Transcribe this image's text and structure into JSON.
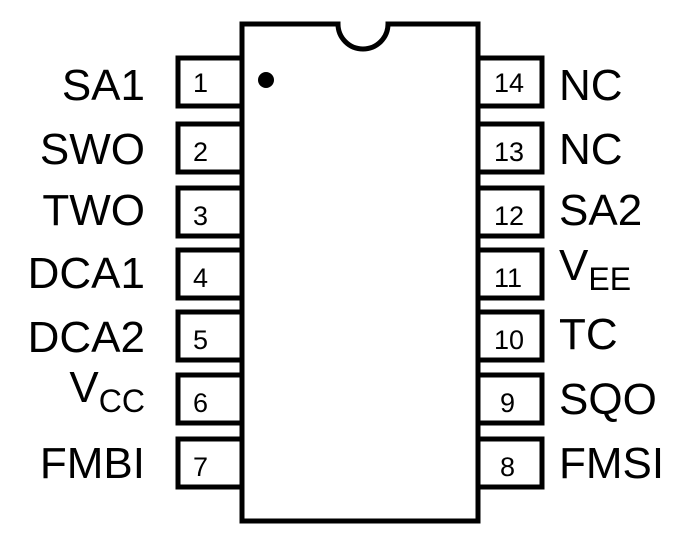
{
  "pins": {
    "left": [
      {
        "number": "1",
        "name": "SA1",
        "sub": ""
      },
      {
        "number": "2",
        "name": "SWO",
        "sub": ""
      },
      {
        "number": "3",
        "name": "TWO",
        "sub": ""
      },
      {
        "number": "4",
        "name": "DCA1",
        "sub": ""
      },
      {
        "number": "5",
        "name": "DCA2",
        "sub": ""
      },
      {
        "number": "6",
        "name": "V",
        "sub": "CC"
      },
      {
        "number": "7",
        "name": "FMBI",
        "sub": ""
      }
    ],
    "right": [
      {
        "number": "14",
        "name": "NC",
        "sub": ""
      },
      {
        "number": "13",
        "name": "NC",
        "sub": ""
      },
      {
        "number": "12",
        "name": "SA2",
        "sub": ""
      },
      {
        "number": "11",
        "name": "V",
        "sub": "EE"
      },
      {
        "number": "10",
        "name": "TC",
        "sub": ""
      },
      {
        "number": "9",
        "name": "SQO",
        "sub": ""
      },
      {
        "number": "8",
        "name": "FMSI",
        "sub": ""
      }
    ]
  },
  "colors": {
    "stroke": "#000000",
    "background": "#ffffff"
  }
}
